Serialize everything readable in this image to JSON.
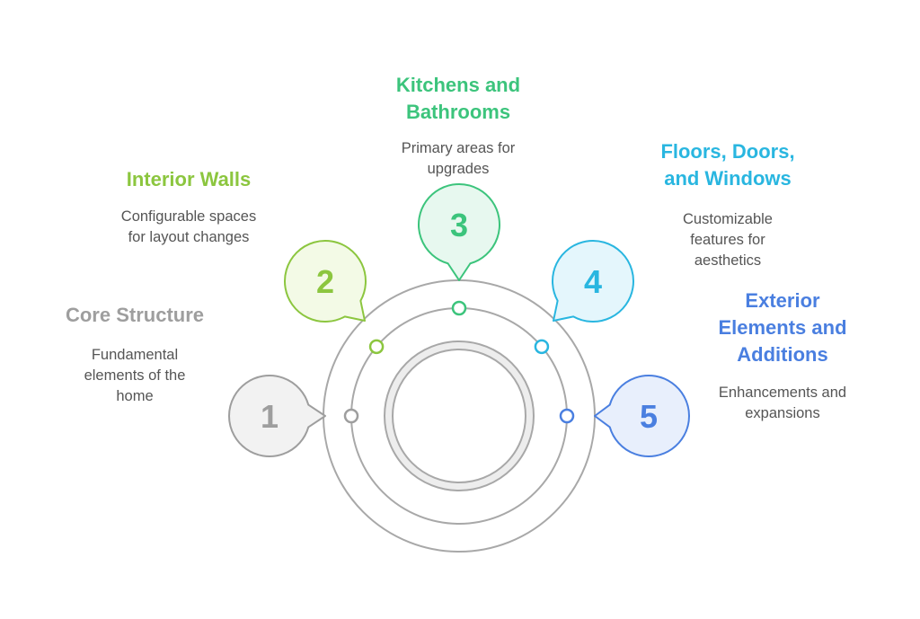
{
  "steps": [
    {
      "number": "1",
      "title": "Core Structure",
      "description": "Fundamental\nelements of the\nhome",
      "color": "#9e9e9e",
      "fill": "#f2f2f2"
    },
    {
      "number": "2",
      "title": "Interior Walls",
      "description": "Configurable spaces\nfor layout changes",
      "color": "#8cc63f",
      "fill": "#f3fae6"
    },
    {
      "number": "3",
      "title": "Kitchens and\nBathrooms",
      "description": "Primary areas for\nupgrades",
      "color": "#3cc47c",
      "fill": "#e7f8ef"
    },
    {
      "number": "4",
      "title": "Floors, Doors,\nand Windows",
      "description": "Customizable\nfeatures for\naesthetics",
      "color": "#29b6e0",
      "fill": "#e4f6fc"
    },
    {
      "number": "5",
      "title": "Exterior\nElements and\nAdditions",
      "description": "Enhancements and\nexpansions",
      "color": "#4a7fe0",
      "fill": "#e8effc"
    }
  ]
}
